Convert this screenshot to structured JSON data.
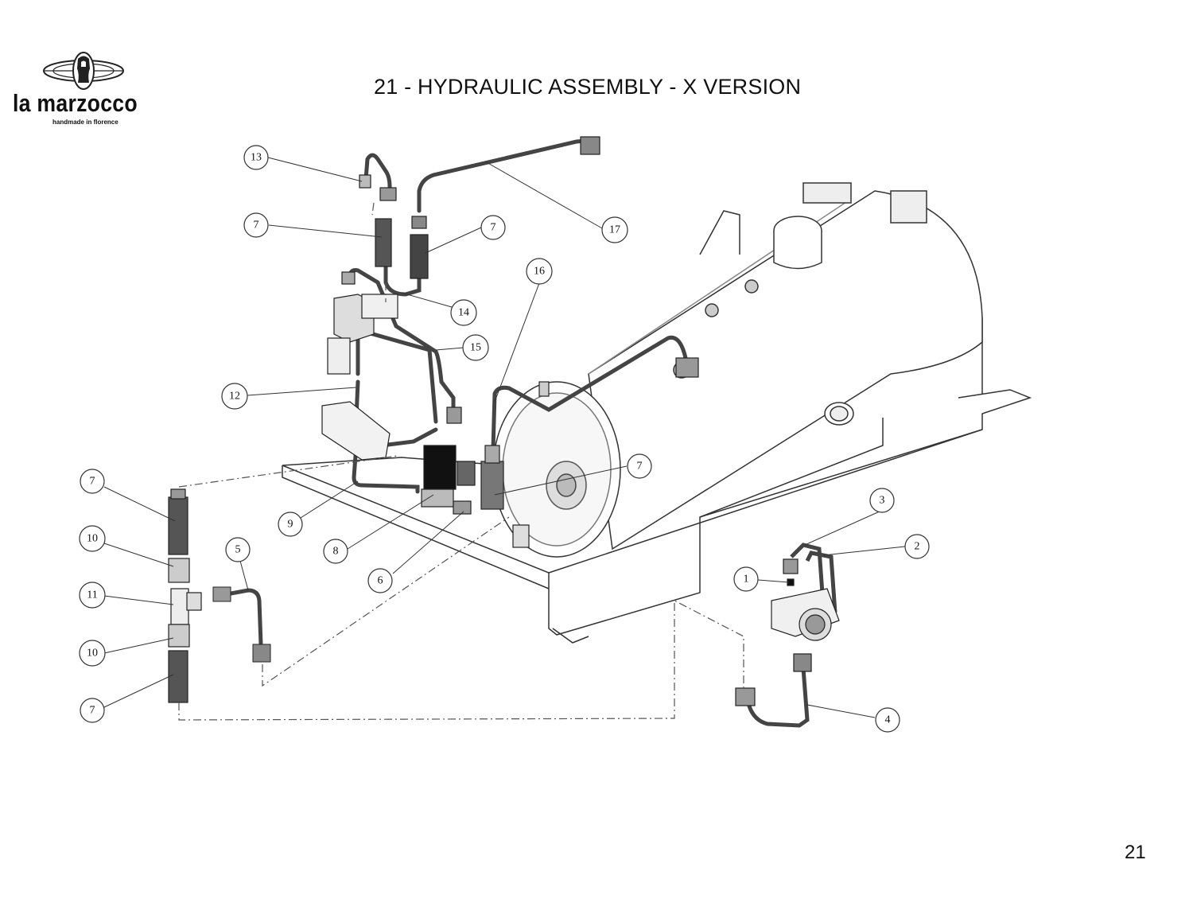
{
  "header": {
    "title": "21 - HYDRAULIC ASSEMBLY - X VERSION",
    "page_number": "21"
  },
  "brand": {
    "name": "la marzocco",
    "tagline": "handmade in florence"
  },
  "callouts": [
    {
      "id": "c13",
      "label": "13"
    },
    {
      "id": "c7a",
      "label": "7"
    },
    {
      "id": "c7b",
      "label": "7"
    },
    {
      "id": "c17",
      "label": "17"
    },
    {
      "id": "c16",
      "label": "16"
    },
    {
      "id": "c14",
      "label": "14"
    },
    {
      "id": "c15",
      "label": "15"
    },
    {
      "id": "c12",
      "label": "12"
    },
    {
      "id": "c7c",
      "label": "7"
    },
    {
      "id": "c9",
      "label": "9"
    },
    {
      "id": "c8",
      "label": "8"
    },
    {
      "id": "c6",
      "label": "6"
    },
    {
      "id": "c7d",
      "label": "7"
    },
    {
      "id": "c10a",
      "label": "10"
    },
    {
      "id": "c11",
      "label": "11"
    },
    {
      "id": "c10b",
      "label": "10"
    },
    {
      "id": "c7e",
      "label": "7"
    },
    {
      "id": "c5",
      "label": "5"
    },
    {
      "id": "c3",
      "label": "3"
    },
    {
      "id": "c2",
      "label": "2"
    },
    {
      "id": "c1",
      "label": "1"
    },
    {
      "id": "c4",
      "label": "4"
    }
  ]
}
